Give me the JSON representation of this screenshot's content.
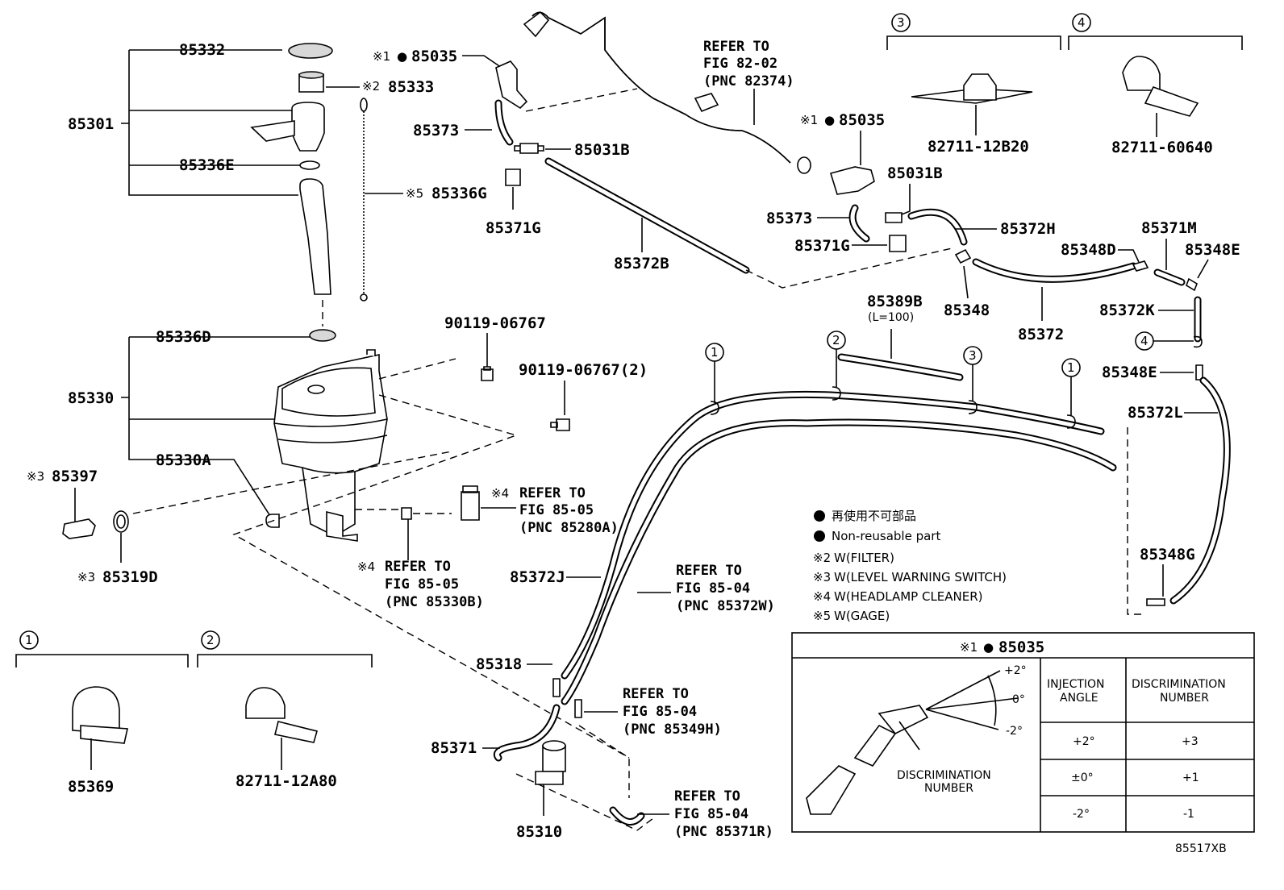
{
  "diagram_code": "85517XB",
  "parts": {
    "p85332": "85332",
    "p85333": "85333",
    "p85301": "85301",
    "p85336E": "85336E",
    "p85336G": "85336G",
    "p85336D": "85336D",
    "p85330": "85330",
    "p85330A": "85330A",
    "p85397": "85397",
    "p85319D": "85319D",
    "p85035a": "85035",
    "p85373a": "85373",
    "p85031Ba": "85031B",
    "p85371Ga": "85371G",
    "p85372B": "85372B",
    "p90119a": "90119-06767",
    "p90119b": "90119-06767(2)",
    "p85035b": "85035",
    "p85031Bb": "85031B",
    "p85373b": "85373",
    "p85371Gb": "85371G",
    "p85372H": "85372H",
    "p85371M": "85371M",
    "p85348D": "85348D",
    "p85348E1": "85348E",
    "p85389B": "85389B",
    "p85389Bsub": "(L=100)",
    "p85348": "85348",
    "p85372": "85372",
    "p85372K": "85372K",
    "p85348E2": "85348E",
    "p85372L": "85372L",
    "p85348G": "85348G",
    "p85372J": "85372J",
    "p85318": "85318",
    "p85371": "85371",
    "p85310": "85310",
    "p85369": "85369",
    "p82711_12A80": "82711-12A80",
    "p82711_12B20": "82711-12B20",
    "p82711_60640": "82711-60640"
  },
  "marks": {
    "m1": "※1",
    "m2": "※2",
    "m3": "※3",
    "m4": "※4",
    "m5": "※5",
    "dot": "●"
  },
  "callouts": {
    "c1": "1",
    "c2": "2",
    "c3": "3",
    "c4": "4"
  },
  "refs": {
    "r82": [
      "REFER TO",
      "FIG 82-02",
      "(PNC 82374)"
    ],
    "r85280A": [
      "REFER TO",
      "FIG 85-05",
      "(PNC 85280A)"
    ],
    "r85330B": [
      "REFER TO",
      "FIG 85-05",
      "(PNC 85330B)"
    ],
    "r85372W": [
      "REFER TO",
      "FIG 85-04",
      "(PNC 85372W)"
    ],
    "r85349H": [
      "REFER TO",
      "FIG 85-04",
      "(PNC 85349H)"
    ],
    "r85371R": [
      "REFER TO",
      "FIG 85-04",
      "(PNC 85371R)"
    ]
  },
  "legend": {
    "jp": "再使用不可部品",
    "en": "Non-reusable part",
    "n2": "W(FILTER)",
    "n3": "W(LEVEL WARNING SWITCH)",
    "n4": "W(HEADLAMP CLEANER)",
    "n5": "W(GAGE)"
  },
  "inset": {
    "title_mark": "※1",
    "title_part": "85035",
    "angle_plus": "+2°",
    "angle_zero": "0°",
    "angle_minus": "-2°",
    "disc_label": [
      "DISCRIMINATION",
      "NUMBER"
    ],
    "col1": [
      "INJECTION",
      "ANGLE"
    ],
    "col2": [
      "DISCRIMINATION",
      "NUMBER"
    ],
    "rows": [
      {
        "angle": "+2°",
        "number": "+3"
      },
      {
        "angle": "±0°",
        "number": "+1"
      },
      {
        "angle": "-2°",
        "number": "-1"
      }
    ]
  }
}
